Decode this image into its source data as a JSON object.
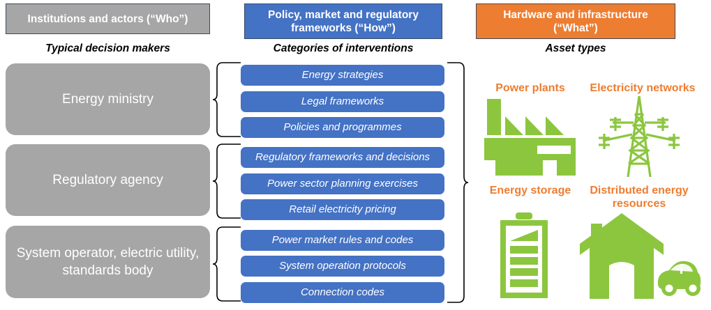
{
  "colors": {
    "grey": "#a6a6a6",
    "blue": "#4472c4",
    "orange": "#ed7d31",
    "green": "#8cc63f",
    "header_border": "#3a4a63",
    "white": "#ffffff"
  },
  "columns": {
    "who": {
      "header": "Institutions and actors (“Who”)",
      "subcaption": "Typical decision makers",
      "actors": [
        "Energy ministry",
        "Regulatory agency",
        "System operator, electric utility, standards body"
      ]
    },
    "how": {
      "header": "Policy, market and regulatory frameworks (“How”)",
      "subcaption": "Categories of interventions",
      "groups": [
        {
          "for_actor": "Energy ministry",
          "items": [
            "Energy strategies",
            "Legal frameworks",
            "Policies and programmes"
          ]
        },
        {
          "for_actor": "Regulatory agency",
          "items": [
            "Regulatory frameworks  and decisions",
            "Power  sector planning exercises",
            "Retail electricity pricing"
          ]
        },
        {
          "for_actor": "System operator, electric utility, standards body",
          "items": [
            "Power  market rules and codes",
            "System operation protocols",
            "Connection codes"
          ]
        }
      ]
    },
    "what": {
      "header": "Hardware and infrastructure (“What”)",
      "subcaption": "Asset types",
      "assets": [
        {
          "label": "Power plants",
          "icon": "power-plant-icon"
        },
        {
          "label": "Electricity networks",
          "icon": "transmission-tower-icon"
        },
        {
          "label": "Energy storage",
          "icon": "battery-icon"
        },
        {
          "label": "Distributed energy resources",
          "icon": "house-with-car-icon"
        }
      ]
    }
  }
}
